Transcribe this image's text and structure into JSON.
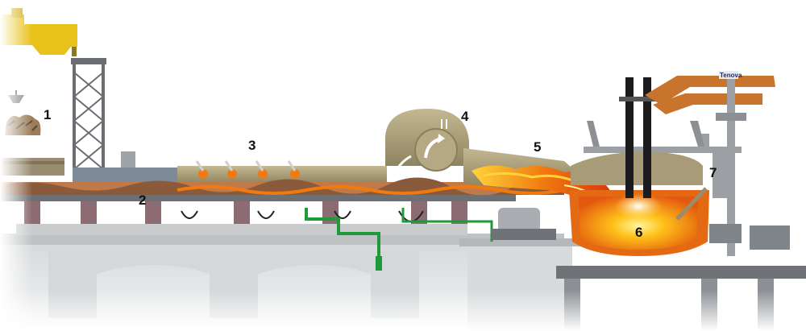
{
  "callouts": [
    "1",
    "2",
    "3",
    "4",
    "5",
    "6",
    "7"
  ],
  "brand_label": "Tenova",
  "colors": {
    "crane_yellow": "#e8c21a",
    "steel_gray": "#8f9397",
    "concrete": "#c9cbcd",
    "duct_tan": "#a89c78",
    "flame_orange": "#f07a10",
    "melt_glow": "#ffb400",
    "shell_orange": "#e36a12",
    "arm_orange": "#c9742c",
    "pipe_green": "#1f9a3a",
    "pier_mauve": "#8c6c72"
  }
}
